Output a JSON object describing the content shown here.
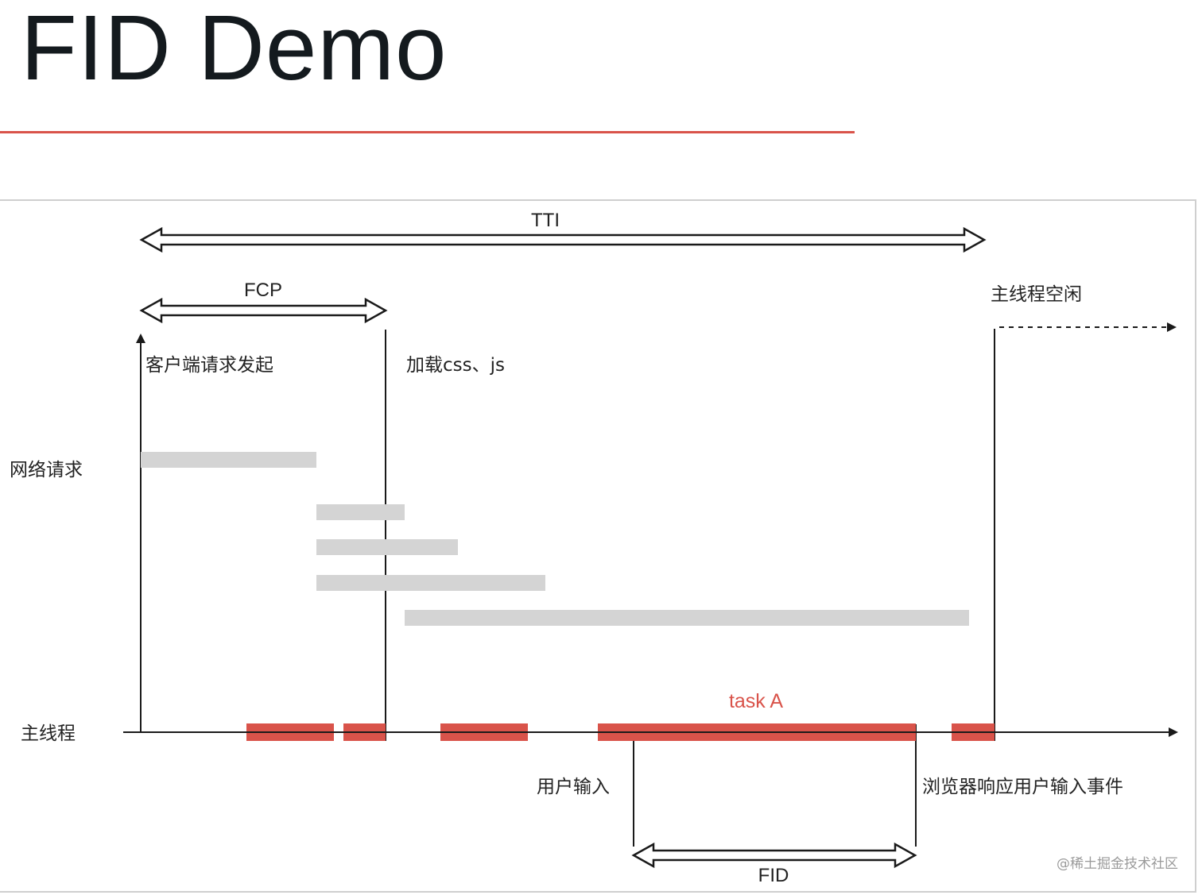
{
  "title": "FID Demo",
  "arrows": {
    "tti": "TTI",
    "fcp": "FCP",
    "fid": "FID"
  },
  "labels": {
    "client_request": "客户端请求发起",
    "load_assets": "加载css、js",
    "main_thread_idle": "主线程空闲",
    "network_requests": "网络请求",
    "main_thread": "主线程",
    "task_a": "task A",
    "user_input": "用户输入",
    "browser_response": "浏览器响应用户输入事件"
  },
  "watermark": "@稀土掘金技术社区",
  "colors": {
    "accent": "#d9534a",
    "network_bar": "#d4d4d4",
    "task_bar": "#d9534a",
    "line": "#1a1a1a",
    "task_label": "#d9534a"
  }
}
